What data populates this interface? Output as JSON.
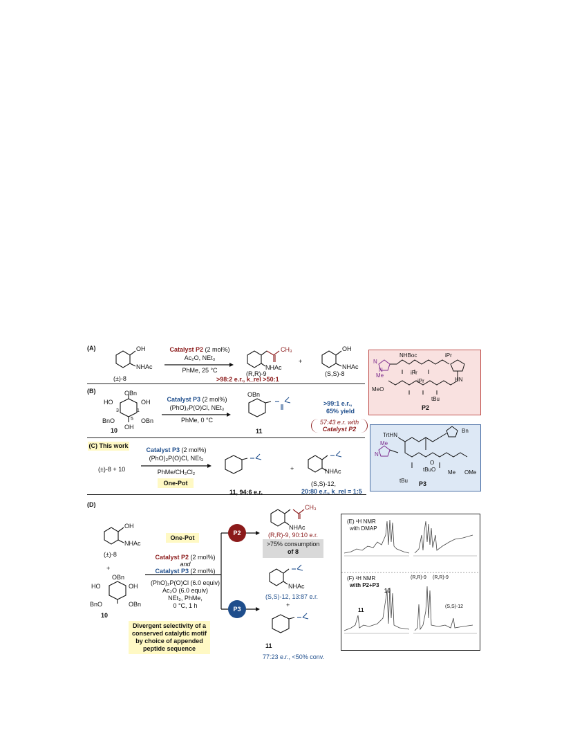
{
  "sectionA": {
    "label": "(A)",
    "sm_label": "(±)-8",
    "cond_catalyst": "Catalyst P2",
    "cond_catalyst_amt": "(2 mol%)",
    "cond_reagents": "Ac₂O, NEt₃",
    "cond_solvent": "PhMe, 25 °C",
    "product1_label": "(R,R)-9",
    "product2_label": "(S,S)-8",
    "plus": "+",
    "selectivity": ">98:2 e.r., k_rel >50:1",
    "oh": "OH",
    "nhac": "NHAc",
    "ch3": "CH₃"
  },
  "catalystP2": {
    "label": "P2",
    "groups": [
      "NHBoc",
      "iPr",
      "iPr",
      "iPr",
      "tBu",
      "MeO",
      "Me",
      "HN",
      "N",
      "N"
    ]
  },
  "sectionB": {
    "label": "(B)",
    "sm_label": "10",
    "numbers": [
      "3",
      "1",
      "5"
    ],
    "groups": [
      "OBn",
      "HO",
      "OH",
      "BnO",
      "OBn",
      "OH"
    ],
    "cond_catalyst": "Catalyst P3",
    "cond_catalyst_amt": "(2 mol%)",
    "cond_reagents": "(PhO)₂P(O)Cl, NEt₃",
    "cond_solvent": "PhMe, 0 °C",
    "product_label": "11",
    "result1": ">99:1 e.r.,",
    "result2": "65% yield",
    "note1": "57:43 e.r. with",
    "note2": "Catalyst P2"
  },
  "catalystP3": {
    "label": "P3",
    "groups": [
      "TrtHN",
      "Bn",
      "Me",
      "N",
      "O",
      "tBuO",
      "tBu",
      "Me",
      "OMe"
    ]
  },
  "sectionC": {
    "label": "(C) This work",
    "sm_label": "(±)-8 + 10",
    "cond_catalyst": "Catalyst P3",
    "cond_catalyst_amt": "(2 mol%)",
    "cond_reagents": "(PhO)₂P(O)Cl, NEt₃",
    "cond_solvent": "PhMe/CH₂Cl₂",
    "onepot": "One-Pot",
    "product1_label": "11, 94:6 e.r.",
    "product2_label": "(S,S)-12,",
    "product2_sel": "20:80 e.r., k_rel = 1:5",
    "plus": "+"
  },
  "sectionD": {
    "label": "(D)",
    "sm1_label": "(±)-8",
    "plus": "+",
    "sm2_label": "10",
    "onepot": "One-Pot",
    "cat1": "Catalyst P2",
    "cat1_amt": "(2 mol%)",
    "and": "and",
    "cat2": "Catalyst P3",
    "cat2_amt": "(2 mol%)",
    "reagent1": "(PhO)₂P(O)Cl (6.0 equiv)",
    "reagent2": "Ac₂O (6.0 equiv)",
    "reagent3": "NEt₃, PhMe,",
    "reagent4": "0 °C, 1 h",
    "divergent": "Divergent selectivity of a conserved catalytic motif by choice of appended peptide sequence",
    "p2": "P2",
    "p3": "P3",
    "prodA_label": "(R,R)-9, 90:10 e.r.",
    "consumption1": ">75% consumption",
    "consumption2": "of 8",
    "prodB_label": "(S,S)-12, 13:87 e.r.",
    "prodC_label": "11",
    "prodC_sel": "77:23 e.r., <50% conv."
  },
  "nmr": {
    "e_title": "(E) ¹H NMR",
    "e_sub": "with DMAP",
    "f_title": "(F) ¹H NMR",
    "f_sub": "with P2+P3",
    "peak11": "11",
    "peak10": "10",
    "peakRR1": "(R,R)-9",
    "peakRR2": "(R,R)-9",
    "peakSS": "(S,S)-12"
  }
}
